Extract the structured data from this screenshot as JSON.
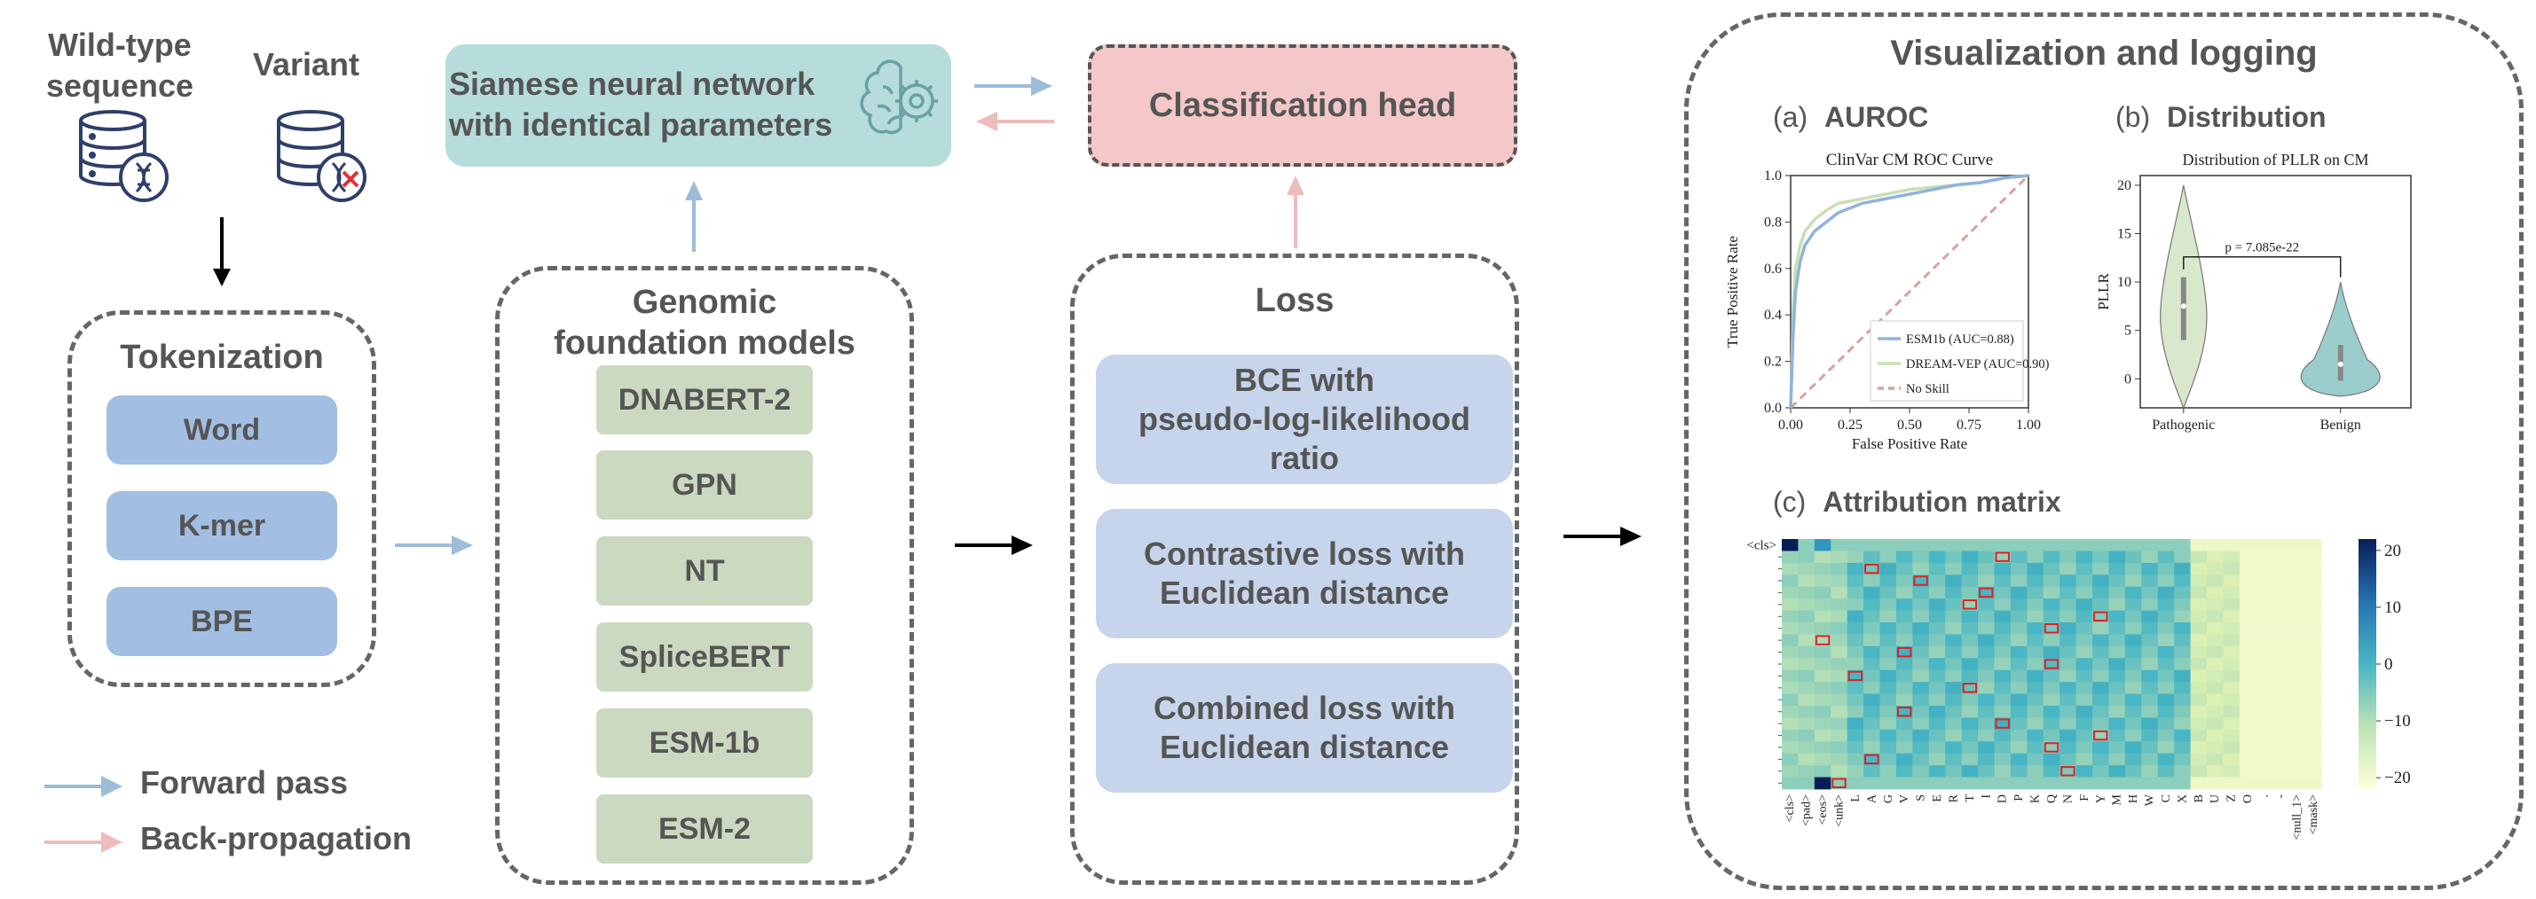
{
  "wildtype": {
    "label_line1": "Wild-type",
    "label_line2": "sequence"
  },
  "variant": {
    "label": "Variant"
  },
  "siamese": {
    "line1": "Siamese neural network",
    "line2": "with identical parameters"
  },
  "classification_head": {
    "label": "Classification head"
  },
  "tokenization": {
    "title": "Tokenization",
    "items": [
      "Word",
      "K-mer",
      "BPE"
    ]
  },
  "gfm": {
    "title_line1": "Genomic",
    "title_line2": "foundation models",
    "items": [
      "DNABERT-2",
      "GPN",
      "NT",
      "SpliceBERT",
      "ESM-1b",
      "ESM-2"
    ]
  },
  "loss": {
    "title": "Loss",
    "items": [
      {
        "line1": "BCE with",
        "line2": "pseudo-log-likelihood",
        "line3": "ratio"
      },
      {
        "line1": "Contrastive loss with",
        "line2": "Euclidean distance"
      },
      {
        "line1": "Combined loss with",
        "line2": "Euclidean distance"
      }
    ]
  },
  "legend": {
    "forward": "Forward pass",
    "back": "Back-propagation"
  },
  "viz": {
    "title": "Visualization and logging",
    "panel_a": {
      "tag": "(a)",
      "name": "AUROC"
    },
    "panel_b": {
      "tag": "(b)",
      "name": "Distribution"
    },
    "panel_c": {
      "tag": "(c)",
      "name": "Attribution matrix"
    }
  },
  "colors": {
    "accent_blue": "#9ebbe0",
    "teal": "#b6dcdb",
    "pink": "#f4c7c9",
    "green": "#cad9bf",
    "forward_arrow": "#9dbcd8",
    "back_arrow": "#efbcbc"
  },
  "chart_data": [
    {
      "type": "line",
      "title": "ClinVar CM ROC Curve",
      "xlabel": "False Positive Rate",
      "ylabel": "True Positive Rate",
      "xlim": [
        0,
        1
      ],
      "ylim": [
        0,
        1
      ],
      "xticks": [
        "0.00",
        "0.25",
        "0.50",
        "0.75",
        "1.00"
      ],
      "yticks": [
        "0.0",
        "0.2",
        "0.4",
        "0.6",
        "0.8",
        "1.0"
      ],
      "legend_position": "bottom-right",
      "series": [
        {
          "name": "ESM1b (AUC=0.88)",
          "color": "#8fb3dc",
          "x": [
            0,
            0.01,
            0.02,
            0.04,
            0.06,
            0.1,
            0.15,
            0.2,
            0.3,
            0.4,
            0.5,
            0.6,
            0.7,
            0.8,
            0.9,
            1
          ],
          "y": [
            0,
            0.3,
            0.5,
            0.63,
            0.7,
            0.76,
            0.8,
            0.84,
            0.88,
            0.9,
            0.92,
            0.94,
            0.96,
            0.97,
            0.99,
            1
          ]
        },
        {
          "name": "DREAM-VEP (AUC=0.90)",
          "color": "#c8dfb5",
          "x": [
            0,
            0.01,
            0.02,
            0.04,
            0.06,
            0.1,
            0.15,
            0.2,
            0.3,
            0.4,
            0.5,
            0.6,
            0.7,
            0.8,
            0.9,
            1
          ],
          "y": [
            0,
            0.4,
            0.6,
            0.7,
            0.76,
            0.81,
            0.85,
            0.88,
            0.9,
            0.92,
            0.94,
            0.95,
            0.96,
            0.97,
            0.99,
            1
          ]
        },
        {
          "name": "No Skill",
          "color": "#d9a09e",
          "dashed": true,
          "x": [
            0,
            1
          ],
          "y": [
            0,
            1
          ]
        }
      ]
    },
    {
      "type": "violin",
      "title": "Distribution of PLLR on CM",
      "ylabel": "PLLR",
      "categories": [
        "Pathogenic",
        "Benign"
      ],
      "ylim": [
        -3,
        21
      ],
      "yticks": [
        "0",
        "5",
        "10",
        "15",
        "20"
      ],
      "annotation": "p = 7.085e-22",
      "medians": [
        7.5,
        1.5
      ],
      "colors": [
        "#d9e8cc",
        "#9ccdcd"
      ]
    },
    {
      "type": "heatmap",
      "row_label_first": "<cls>",
      "col_labels": [
        "<cls>",
        "<pad>",
        "<eos>",
        "<unk>",
        "L",
        "A",
        "G",
        "V",
        "S",
        "E",
        "R",
        "T",
        "I",
        "D",
        "P",
        "K",
        "Q",
        "N",
        "F",
        "Y",
        "M",
        "H",
        "W",
        "C",
        "X",
        "B",
        "U",
        "Z",
        "O",
        ".",
        "-",
        "<null_1>",
        "<mask>"
      ],
      "colorbar_ticks": [
        "20",
        "10",
        "0",
        "−10",
        "−20"
      ],
      "vrange": [
        -22,
        22
      ],
      "rows": 21
    }
  ]
}
